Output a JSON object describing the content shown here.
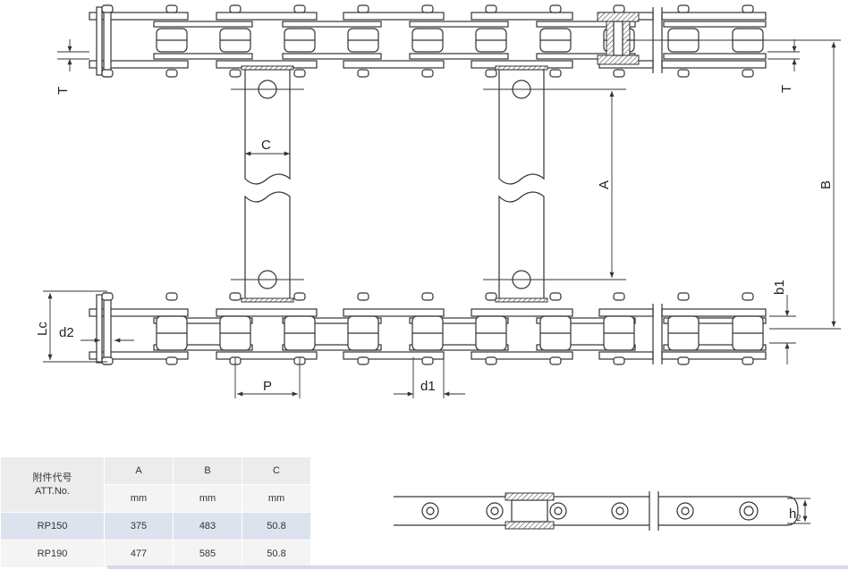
{
  "labels": {
    "T_left": "T",
    "T_right": "T",
    "C": "C",
    "A": "A",
    "B": "B",
    "b1": "b1",
    "Lc": "Lc",
    "d2": "d2",
    "P": "P",
    "d1": "d1",
    "h2_main": "h",
    "h2_sub": "2"
  },
  "table": {
    "att_cn": "附件代号",
    "att_en": "ATT.No.",
    "columns": [
      "A",
      "B",
      "C"
    ],
    "units": [
      "mm",
      "mm",
      "mm"
    ],
    "rows": [
      {
        "att": "RP150",
        "a": "375",
        "b": "483",
        "c": "50.8"
      },
      {
        "att": "RP190",
        "a": "477",
        "b": "585",
        "c": "50.8"
      }
    ]
  },
  "colors": {
    "line": "#333333",
    "row_highlight": "#dde3ee",
    "header": "#ececec"
  }
}
